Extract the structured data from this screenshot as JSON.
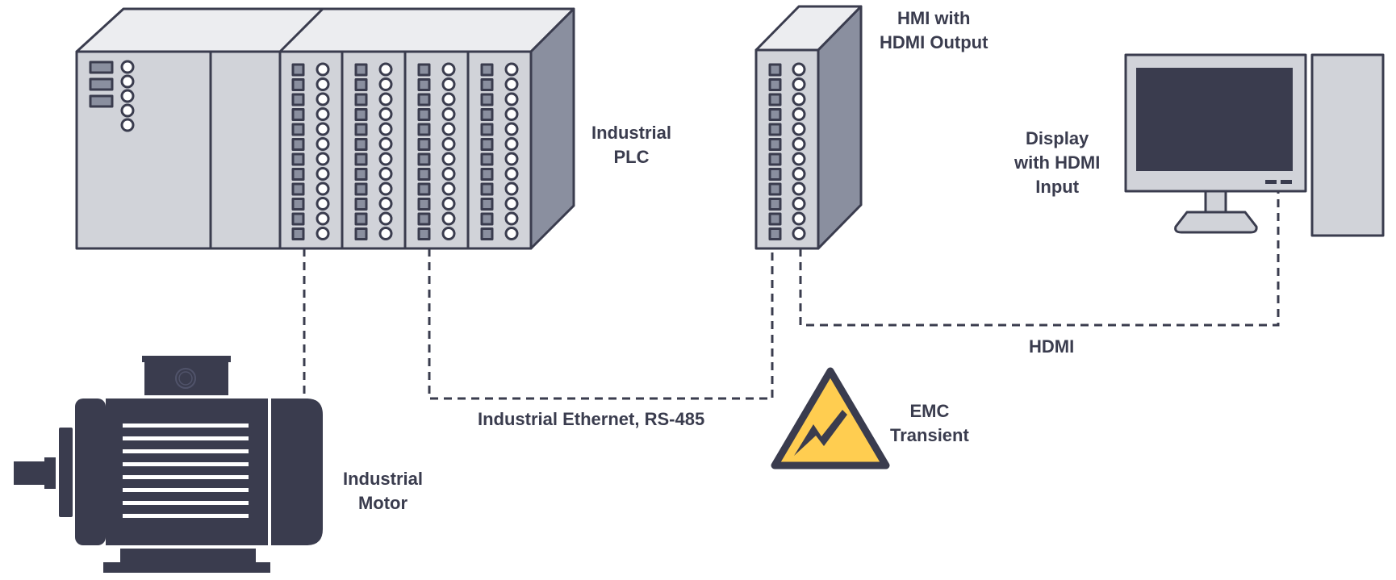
{
  "colors": {
    "outline": "#3a3c4e",
    "panel_light": "#d1d3d9",
    "panel_top": "#ecedf0",
    "panel_side": "#8a8f9f",
    "indicator": "#8a8f9f",
    "screen": "#3a3c4e",
    "motor": "#3a3c4e",
    "warning_fill": "#ffcd50",
    "text": "#3a3c4e"
  },
  "icons": {
    "plc": "industrial-plc-icon",
    "hmi": "hmi-module-icon",
    "display": "desktop-monitor-icon",
    "motor": "electric-motor-icon",
    "emc": "lightning-warning-icon"
  },
  "labels": {
    "plc": [
      "Industrial",
      "PLC"
    ],
    "hmi": [
      "HMI with",
      "HDMI Output"
    ],
    "display": [
      "Display",
      "with HDMI",
      "Input"
    ],
    "motor": [
      "Industrial",
      "Motor"
    ],
    "emc": [
      "EMC",
      "Transient"
    ],
    "hdmi_link": "HDMI",
    "ethernet_link": "Industrial Ethernet, RS-485"
  }
}
